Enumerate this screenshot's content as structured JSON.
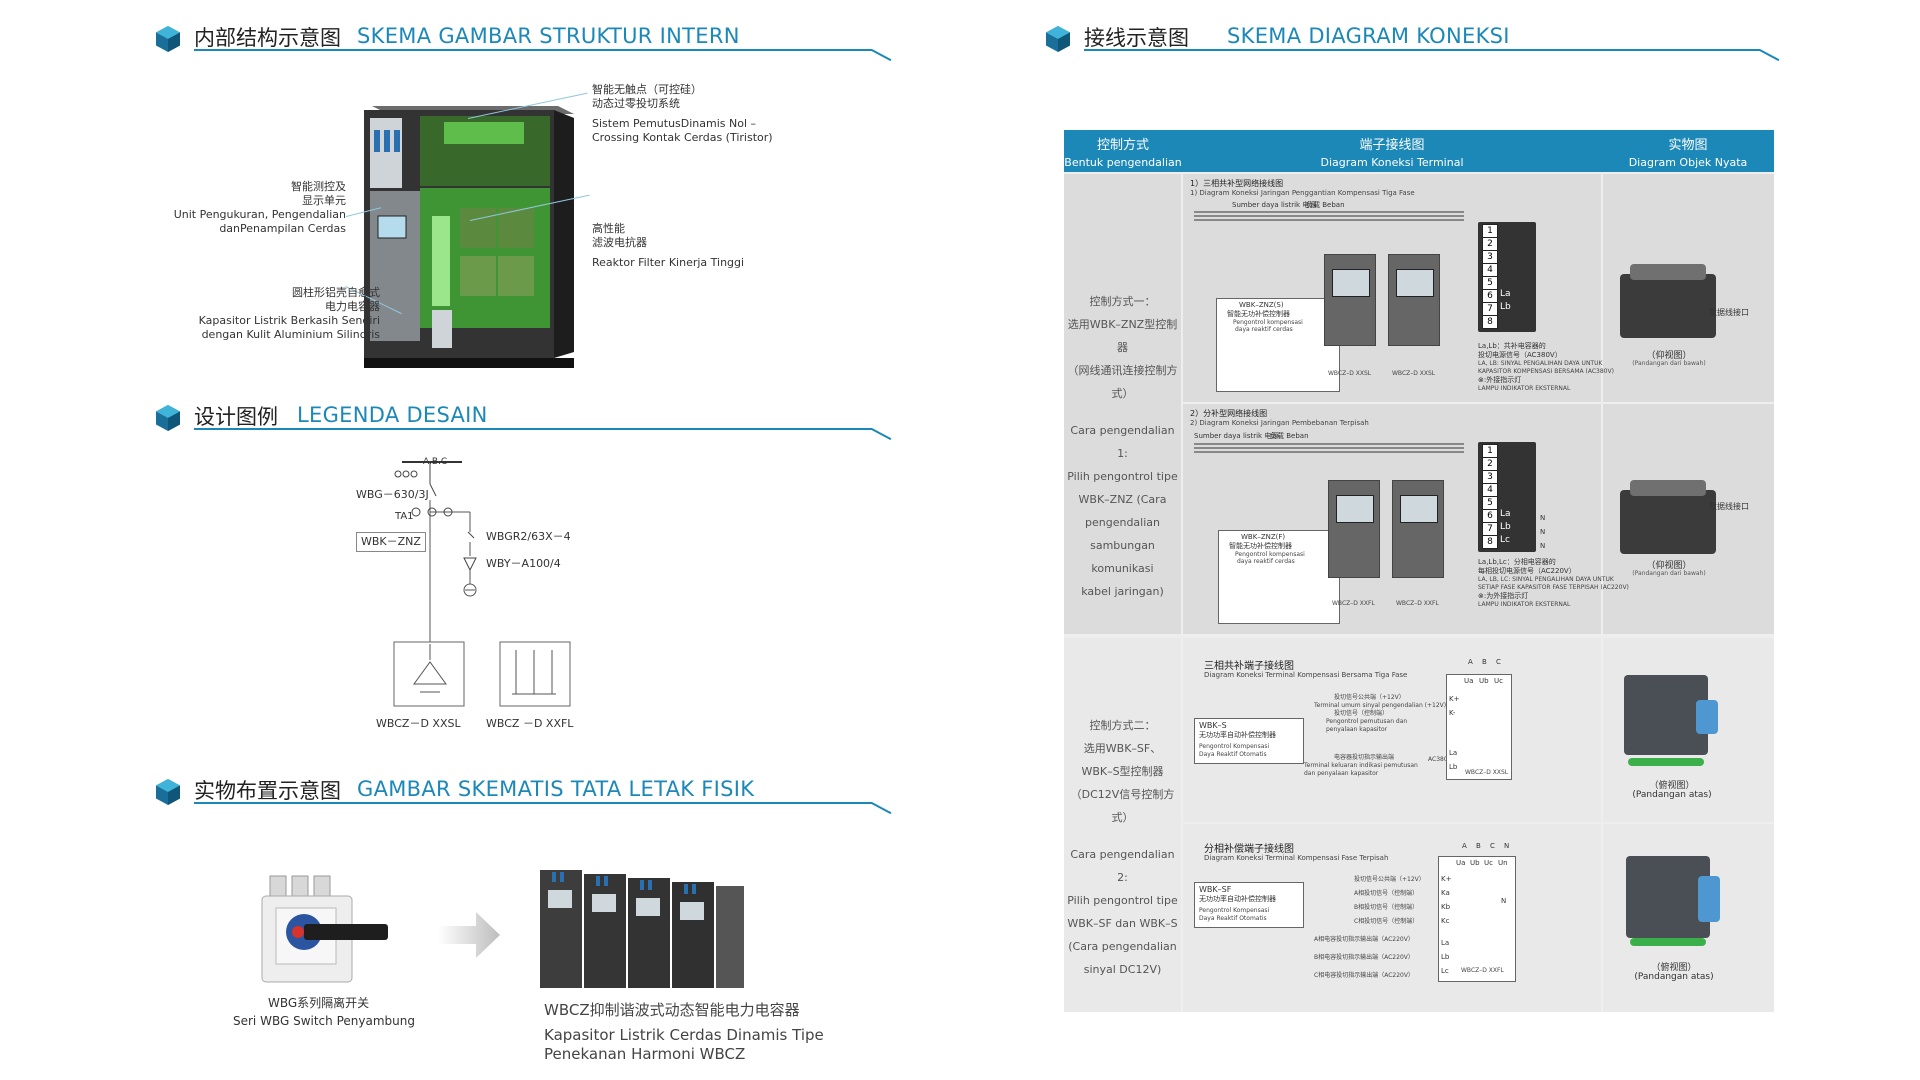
{
  "sections": {
    "s1": {
      "zh": "内部结构示意图",
      "id": "SKEMA GAMBAR STRUKTUR INTERN"
    },
    "s2": {
      "zh": "设计图例",
      "id": "LEGENDA DESAIN"
    },
    "s3": {
      "zh": "实物布置示意图",
      "id": "GAMBAR SKEMATIS TATA LETAK FISIK"
    },
    "s4": {
      "zh": "接线示意图",
      "id": "SKEMA DIAGRAM KONEKSI"
    }
  },
  "structure": {
    "top_right": {
      "zh1": "智能无触点（可控硅）",
      "zh2": "动态过零投切系统",
      "id1": "Sistem PemutusDinamis Nol –",
      "id2": "Crossing Kontak Cerdas (Tiristor)"
    },
    "mid_right": {
      "zh1": "高性能",
      "zh2": "滤波电抗器",
      "id1": "Reaktor Filter Kinerja Tinggi"
    },
    "top_left": {
      "zh1": "智能测控及",
      "zh2": "显示单元",
      "id1": "Unit Pengukuran, Pengendalian",
      "id2": "danPenampilan Cerdas"
    },
    "bottom_left": {
      "zh1": "圆柱形铝壳自愈式",
      "zh2": "电力电容器",
      "id1": "Kapasitor Listrik Berkasih Sendiri",
      "id2": "dengan Kulit Aluminium Silindris"
    }
  },
  "legend": {
    "bus": "A.B.C",
    "switch": "WBG－630/3J",
    "ta": "TA1",
    "controller": "WBK－ZNZ",
    "breaker": "WBGR2/63X－4",
    "arrester": "WBY－A100/4",
    "unit1": "WBCZ－D  XXSL",
    "unit2": "WBCZ －D  XXFL"
  },
  "layout": {
    "switch_zh": "WBG系列隔离开关",
    "switch_id": "Seri WBG Switch Penyambung",
    "cap_zh": "WBCZ抑制谐波式动态智能电力电容器",
    "cap_id1": "Kapasitor Listrik Cerdas Dinamis Tipe",
    "cap_id2": "Penekanan Harmoni WBCZ"
  },
  "table": {
    "headers": [
      {
        "zh": "控制方式",
        "id": "Bentuk pengendalian"
      },
      {
        "zh": "端子接线图",
        "id": "Diagram Koneksi Terminal"
      },
      {
        "zh": "实物图",
        "id": "Diagram Objek Nyata"
      }
    ],
    "mode1": {
      "zh1": "控制方式一：",
      "zh2": "选用WBK–ZNZ型控制器",
      "zh3": "（网线通讯连接控制方式）",
      "id1": "Cara pengendalian 1:",
      "id2": "Pilih pengontrol tipe",
      "id3": "WBK–ZNZ (Cara",
      "id4": "pengendalian",
      "id5": "sambungan komunikasi",
      "id6": "kabel jaringan)"
    },
    "mode2": {
      "zh1": "控制方式二：",
      "zh2": "选用WBK–SF、",
      "zh3": "WBK–S型控制器",
      "zh4": "（DC12V信号控制方式）",
      "id1": "Cara pengendalian 2:",
      "id2": "Pilih pengontrol tipe",
      "id3": "WBK–SF dan WBK–S",
      "id4": "(Cara pengendalian",
      "id5": "sinyal DC12V)"
    },
    "d1": {
      "title": "1）三相共补型网络接线图",
      "sub": "1) Diagram Koneksi Jaringan Penggantian Kompensasi Tiga Fase",
      "source": "Sumber daya listrik  电源",
      "load": "负载 Beban",
      "ctrl": "WBK–ZNZ(S)",
      "ctrl_zh": "智能无功补偿控制器",
      "ctrl_id1": "Pengontrol kompensasi",
      "ctrl_id2": "daya reaktif cerdas",
      "unit": "WBCZ–D XXSL",
      "terms": [
        "1",
        "2",
        "3",
        "4",
        "5",
        "6",
        "7",
        "8"
      ],
      "la": "La",
      "lb": "Lb",
      "note1": "La,Lb：共补电容器的",
      "note2": "投切电源信号（AC380V）",
      "note3": "LA, LB: SINYAL PENGALIHAN DAYA UNTUK",
      "note4": "KAPASITOR KOMPENSASI BERSAMA (AC380V)",
      "note5": "⊗:外接指示灯",
      "note6": "LAMPU INDIKATOR EKSTERNAL"
    },
    "d2": {
      "title": "2）分补型网络接线图",
      "sub": "2) Diagram Koneksi Jaringan Pembebanan Terpisah",
      "source": "Sumber daya listrik  电源",
      "load": "负载 Beban",
      "ctrl": "WBK–ZNZ(F)",
      "ctrl_zh": "智能无功补偿控制器",
      "ctrl_id1": "Pengontrol kompensasi",
      "ctrl_id2": "daya reaktif cerdas",
      "unit": "WBCZ–D XXFL",
      "terms": [
        "1",
        "2",
        "3",
        "4",
        "5",
        "6",
        "7",
        "8"
      ],
      "la": "La",
      "lb": "Lb",
      "lc": "Lc",
      "n": "N",
      "note1": "La,Lb,Lc：分相电容器的",
      "note2": "每相投切电源信号（AC220V）",
      "note3": "LA, LB, LC: SINYAL PENGALIHAN DAYA UNTUK",
      "note4": "SETIAP FASE KAPASITOR FASE TERPISAH (AC220V)",
      "note5": "⊗:为外接指示灯",
      "note6": "LAMPU INDIKATOR EKSTERNAL"
    },
    "d3": {
      "title": "三相共补端子接线图",
      "sub": "Diagram Koneksi Terminal Kompensasi Bersama Tiga Fase",
      "ctrl": "WBK–S",
      "ctrl_zh": "无功功率自动补偿控制器",
      "ctrl_id1": "Pengontrol Kompensasi",
      "ctrl_id2": "Daya Reaktif Otomatis",
      "abc": [
        "A",
        "B",
        "C"
      ],
      "heads": [
        "Ua",
        "Ub",
        "Uc"
      ],
      "rows": [
        "K+",
        "K-",
        "La",
        "Lb"
      ],
      "ann1": "投切信号公共端（+12V）",
      "ann1b": "Terminal umum sinyal pengendalian (+12V)",
      "ann2": "投切信号（控制端）",
      "ann2b": "Pengontrol pemutusan dan penyalaan kapasitor",
      "ann3": "电容器投切指示输出端",
      "ann3b": "Terminal keluaran indikasi pemutusan dan penyalaan kapasitor",
      "ac": "AC380V",
      "unit": "WBCZ–D XXSL"
    },
    "d4": {
      "title": "分相补偿端子接线图",
      "sub": "Diagram Koneksi Terminal Kompensasi Fase Terpisah",
      "ctrl": "WBK–SF",
      "ctrl_zh": "无功功率自动补偿控制器",
      "ctrl_id1": "Pengontrol Kompensasi",
      "ctrl_id2": "Daya Reaktif Otomatis",
      "abcn": [
        "A",
        "B",
        "C",
        "N"
      ],
      "heads": [
        "Ua",
        "Ub",
        "Uc",
        "Un"
      ],
      "rows": [
        "K+",
        "Ka",
        "Kb",
        "Kc",
        "La",
        "Lb",
        "Lc"
      ],
      "ann1": "投切信号公共端（+12V）",
      "ann2": "A相投切信号（控制端）",
      "ann3": "B相投切信号（控制端）",
      "ann4": "C相投切信号（控制端）",
      "ann5": "A相电容投切指示输出端（AC220V）",
      "ann6": "B相电容投切指示输出端（AC220V）",
      "ann7": "C相电容投切指示输出端（AC220V）",
      "n": "N",
      "unit": "WBCZ–D XXFL"
    },
    "photos": {
      "p1_label": "数据线接口",
      "p1_cap": "（仰视图）",
      "p1_cap_id": "(Pandangan dari bawah)",
      "p2_label": "数据线接口",
      "p2_cap": "（仰视图）",
      "p2_cap_id": "(Pandangan dari bawah)",
      "p3_cap": "（俯视图）",
      "p3_cap_id": "(Pandangan atas)",
      "p4_cap": "（俯视图）",
      "p4_cap_id": "(Pandangan atas)"
    }
  },
  "colors": {
    "accent": "#1c88b8",
    "header_bg": "#1c88b8",
    "cabinet": "#3a3a3a",
    "glow": "#59e04e"
  }
}
